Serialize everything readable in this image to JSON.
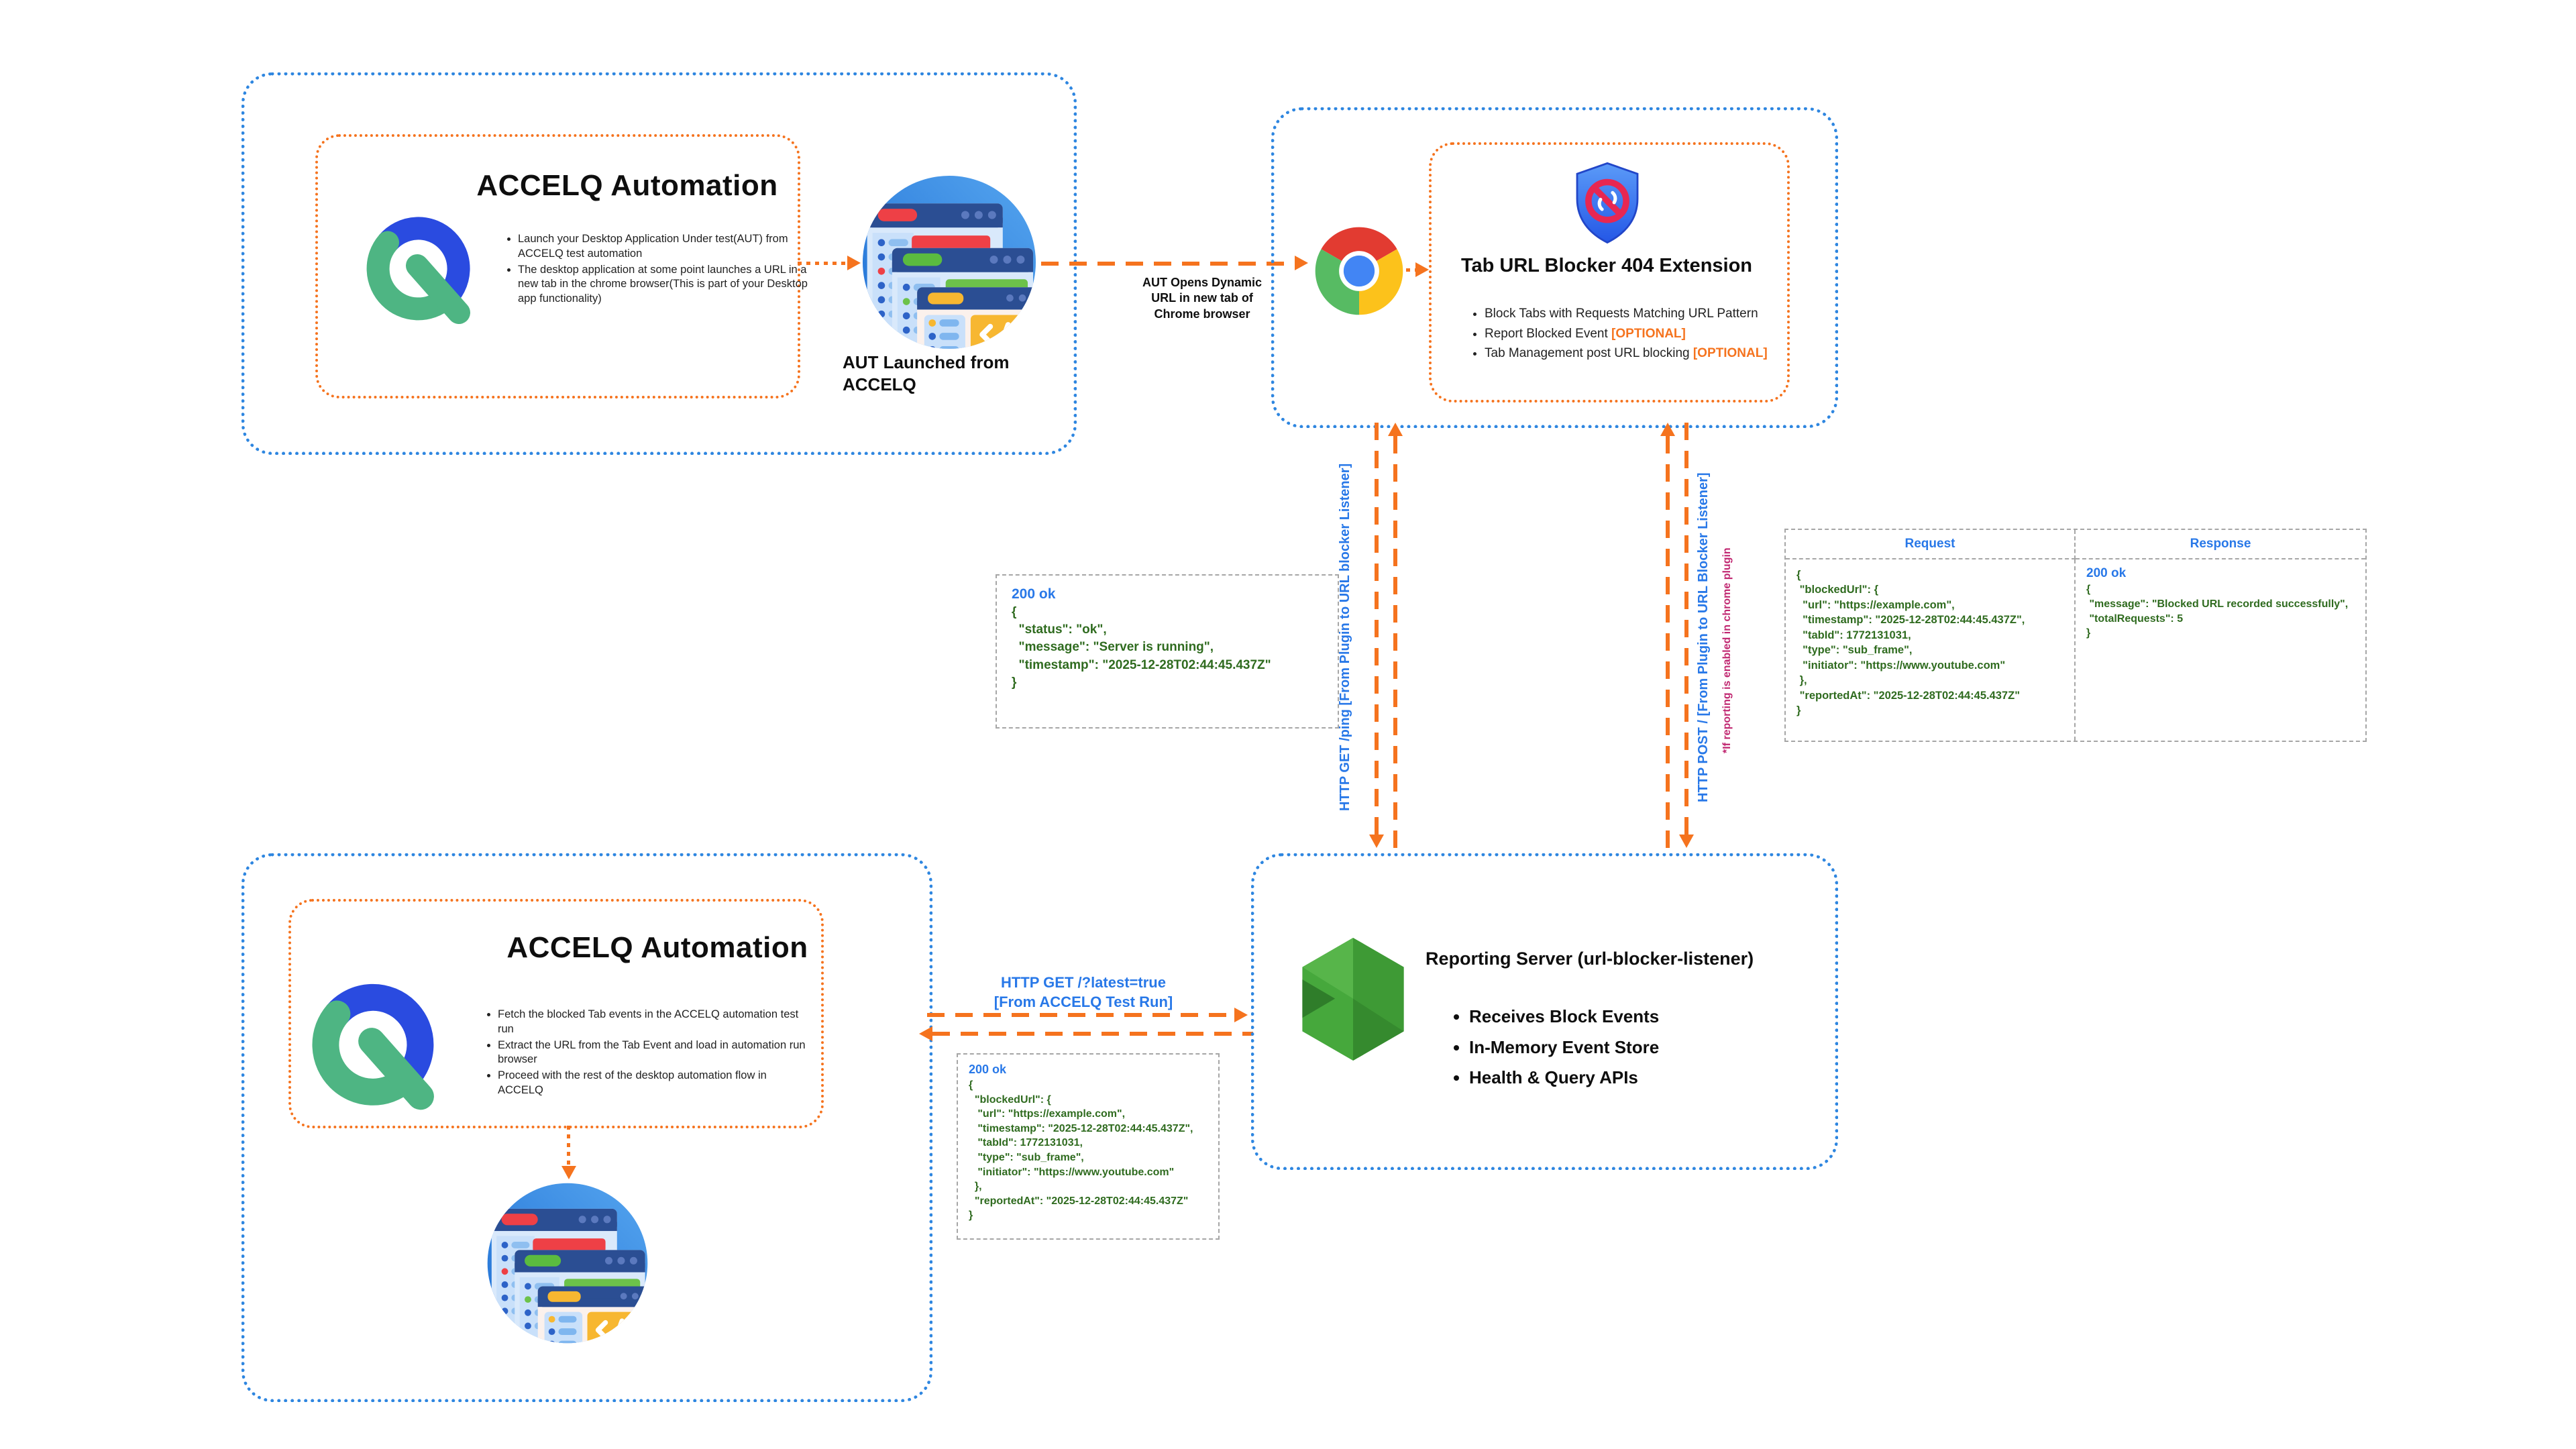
{
  "colors": {
    "blue_border": "#2E86E0",
    "orange_accent": "#F5731E",
    "blue_text": "#2878E8",
    "green_json": "#2F6B1F",
    "magenta_note": "#C02670",
    "gray_border": "#A6A6A6"
  },
  "top_left": {
    "title": "ACCELQ Automation",
    "bullets": [
      "Launch your Desktop Application Under test(AUT) from ACCELQ test automation",
      "The desktop application at some point launches a URL in a new tab in the chrome browser(This is part of your Desktop app functionality)"
    ],
    "aut_caption": "AUT Launched from ACCELQ"
  },
  "arrow_top": {
    "label": "AUT Opens Dynamic URL in new tab of Chrome browser"
  },
  "extension": {
    "title": "Tab URL Blocker 404 Extension",
    "bullets": [
      {
        "text": "Block Tabs with Requests Matching URL Pattern",
        "suffix": ""
      },
      {
        "text": "Report Blocked Event ",
        "suffix": "[OPTIONAL]"
      },
      {
        "text": "Tab Management post URL blocking ",
        "suffix": "[OPTIONAL]"
      }
    ]
  },
  "vertical_flows": {
    "get_label": "HTTP GET /ping  [From Plugin to  URL blocker  Listener]",
    "post_label": "HTTP POST / [From Plugin to URL Blocker Listener]",
    "note": "*If reporting is enabled in chrome plugin"
  },
  "ping_response": {
    "status_line": "200 ok",
    "json": "{\n  \"status\": \"ok\",\n  \"message\": \"Server is running\",\n  \"timestamp\": \"2025-12-28T02:44:45.437Z\"\n}"
  },
  "report_panel": {
    "request_header": "Request",
    "response_header": "Response",
    "request_json": "{\n \"blockedUrl\": {\n  \"url\": \"https://example.com\",\n  \"timestamp\": \"2025-12-28T02:44:45.437Z\",\n  \"tabId\": 1772131031,\n  \"type\": \"sub_frame\",\n  \"initiator\": \"https://www.youtube.com\"\n },\n \"reportedAt\": \"2025-12-28T02:44:45.437Z\"\n}",
    "response_status": "200 ok",
    "response_json": "{\n \"message\": \"Blocked URL recorded successfully\",\n \"totalRequests\": 5\n}"
  },
  "bottom_left": {
    "title": "ACCELQ Automation",
    "bullets": [
      "Fetch the blocked Tab events in the ACCELQ automation test run",
      "Extract the URL from the Tab Event and load in automation run browser",
      "Proceed with the rest of the desktop automation flow in ACCELQ"
    ]
  },
  "fetch_flow": {
    "label_line1": "HTTP GET /?latest=true",
    "label_line2": "[From ACCELQ Test Run]"
  },
  "latest_response": {
    "status_line": "200 ok",
    "json": "{\n  \"blockedUrl\": {\n   \"url\": \"https://example.com\",\n   \"timestamp\": \"2025-12-28T02:44:45.437Z\",\n   \"tabId\": 1772131031,\n   \"type\": \"sub_frame\",\n   \"initiator\": \"https://www.youtube.com\"\n  },\n  \"reportedAt\": \"2025-12-28T02:44:45.437Z\"\n}"
  },
  "server": {
    "title": "Reporting Server (url-blocker-listener)",
    "bullets": [
      "Receives Block Events",
      "In-Memory Event Store",
      "Health & Query APIs"
    ]
  }
}
